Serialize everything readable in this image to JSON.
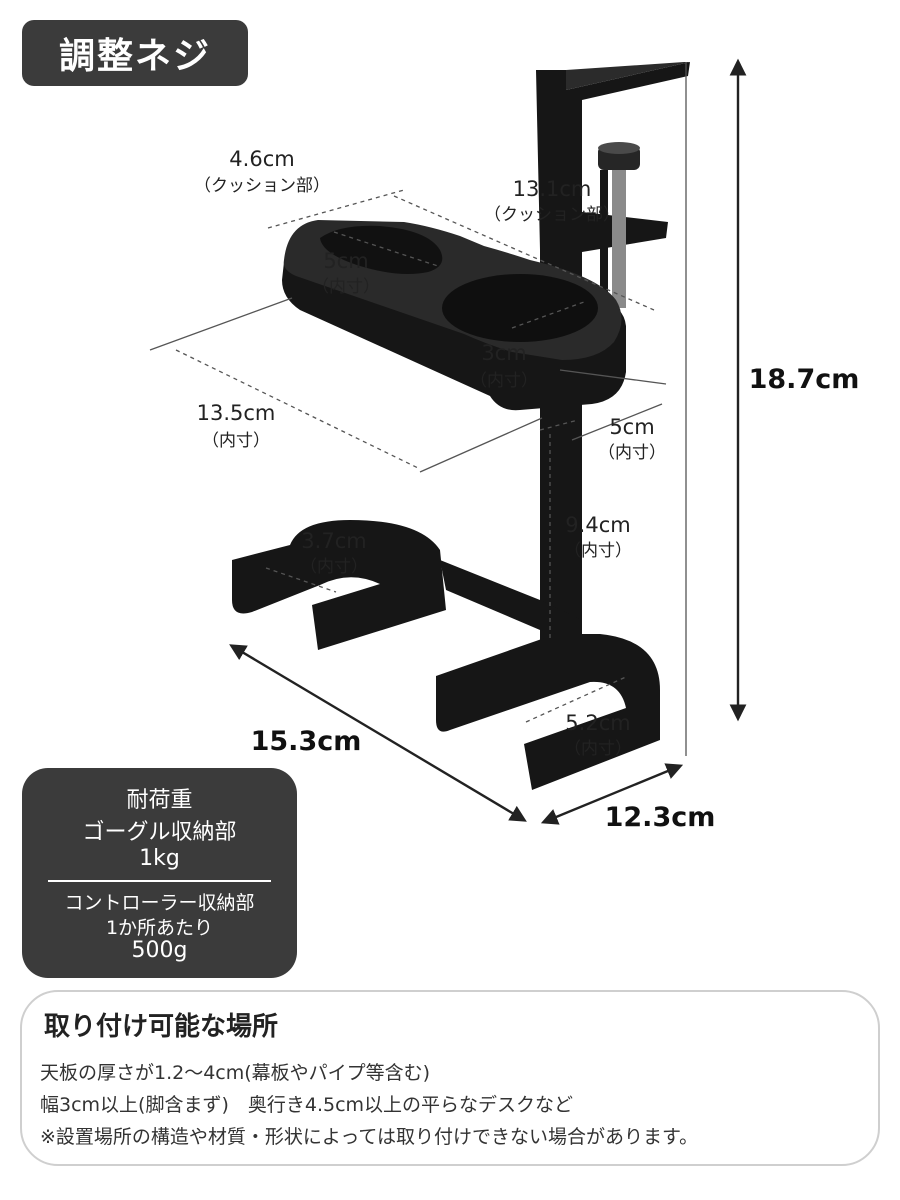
{
  "badge": {
    "label": "調整ネジ"
  },
  "dimensions": {
    "cushion_width": {
      "value": "4.6cm",
      "note": "（クッション部）"
    },
    "cushion_length": {
      "value": "13.1cm",
      "note": "（クッション部）"
    },
    "goggle_hole": {
      "value": "5cm",
      "note": "（内寸）"
    },
    "small_hole": {
      "value": "3cm",
      "note": "（内寸）"
    },
    "tray_inner_length": {
      "value": "13.5cm",
      "note": "（内寸）"
    },
    "tray_inner_depth": {
      "value": "5cm",
      "note": "（内寸）"
    },
    "vertical_gap": {
      "value": "9.4cm",
      "note": "（内寸）"
    },
    "left_hook": {
      "value": "3.7cm",
      "note": "（内寸）"
    },
    "right_hook": {
      "value": "5.2cm",
      "note": "（内寸）"
    },
    "total_height": {
      "value": "18.7cm"
    },
    "total_width": {
      "value": "15.3cm"
    },
    "total_depth": {
      "value": "12.3cm"
    }
  },
  "load_capacity": {
    "title": "耐荷重",
    "goggle_label": "ゴーグル収納部",
    "goggle_value": "1kg",
    "controller_label": "コントローラー収納部",
    "controller_sub": "1か所あたり",
    "controller_value": "500g"
  },
  "installation": {
    "title": "取り付け可能な場所",
    "lines": [
      "天板の厚さが1.2〜4cm(幕板やパイプ等含む)",
      "幅3cm以上(脚含まず)　奥行き4.5cm以上の平らなデスクなど",
      "※設置場所の構造や材質・形状によっては取り付けできない場合があります。"
    ]
  },
  "colors": {
    "product": "#161616",
    "cushion": "#2a2a2a",
    "badge": "#3b3b3b",
    "dashed": "#555555",
    "frame": "#cfcfcf"
  }
}
